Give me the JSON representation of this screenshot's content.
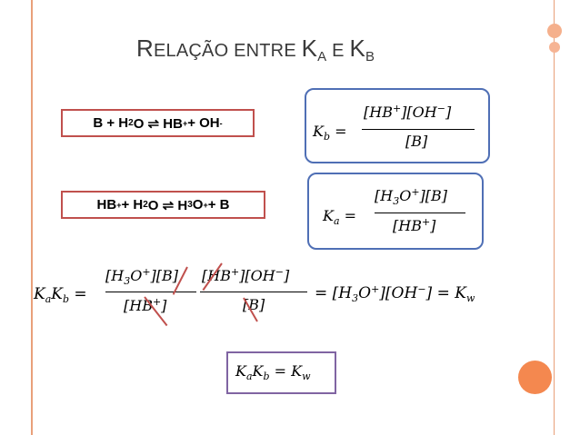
{
  "title": {
    "r": "R",
    "main1": "ELAÇÃO ENTRE ",
    "k1": "K",
    "a": "A",
    "e": " E ",
    "k2": "K",
    "b": "B"
  },
  "reaction1": {
    "p1": "B + H",
    "p2": "O ⇌ HB",
    "p3": " + OH",
    "s_h2o": "2",
    "plus": "+",
    "minus": "-"
  },
  "reaction2": {
    "p1": "HB",
    "p2": " + H",
    "p3": "O ⇌ H",
    "p4": "O",
    "p5": " + B",
    "plus": "+",
    "s2": "2",
    "s3": "3",
    "plus2": "+"
  },
  "kb": {
    "lhs": "K",
    "sub": "b",
    "eq": "=",
    "num": "[HB",
    "num_sup": "+",
    "num2": "][OH",
    "num_sup2": "−",
    "num3": "]",
    "den": "[B]"
  },
  "ka": {
    "lhs": "K",
    "sub": "a",
    "eq": "=",
    "num": "[H",
    "num_sub": "3",
    "num2": "O",
    "num_sup": "+",
    "num3": "][B]",
    "den": "[HB",
    "den_sup": "+",
    "den2": "]"
  },
  "product": {
    "lhs1": "K",
    "lhs1s": "a",
    "lhs2": "K",
    "lhs2s": "b",
    "eq": "=",
    "f1num": "[H",
    "f1sub": "3",
    "f1num2": "O",
    "f1sup": "+",
    "f1num3": "][B]",
    "f1den": "[HB",
    "f1densup": "+",
    "f1den2": "]",
    "f2num": "[HB",
    "f2sup": "+",
    "f2num2": "][OH",
    "f2sup2": "−",
    "f2num3": "]",
    "f2den": "[B]",
    "eq2": "=",
    "r1": "[H",
    "r1sub": "3",
    "r2": "O",
    "r2sup": "+",
    "r3": "][OH",
    "r3sup": "−",
    "r4": "]",
    "eq3": "=",
    "kw": "K",
    "kws": "w"
  },
  "result": {
    "k1": "K",
    "s1": "a",
    "k2": "K",
    "s2": "b",
    "eq": "=",
    "kw": "K",
    "kws": "w"
  },
  "colors": {
    "accent": "#c0504d",
    "blue_box": "#4f6fb5",
    "purple_box": "#8064a2",
    "orange": "#f4884f"
  }
}
